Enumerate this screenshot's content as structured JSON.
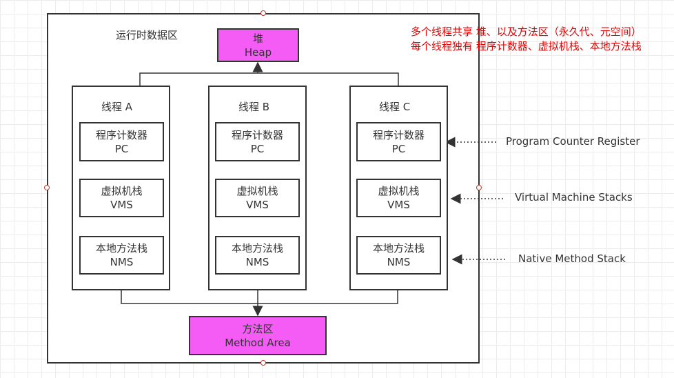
{
  "runtime_area": {
    "label": "运行时数据区"
  },
  "heap": {
    "line1": "堆",
    "line2": "Heap"
  },
  "method_area": {
    "line1": "方法区",
    "line2": "Method Area"
  },
  "threads": [
    {
      "label": "线程 A",
      "pc": {
        "line1": "程序计数器",
        "line2": "PC"
      },
      "vms": {
        "line1": "虚拟机栈",
        "line2": "VMS"
      },
      "nms": {
        "line1": "本地方法栈",
        "line2": "NMS"
      }
    },
    {
      "label": "线程 B",
      "pc": {
        "line1": "程序计数器",
        "line2": "PC"
      },
      "vms": {
        "line1": "虚拟机栈",
        "line2": "VMS"
      },
      "nms": {
        "line1": "本地方法栈",
        "line2": "NMS"
      }
    },
    {
      "label": "线程 C",
      "pc": {
        "line1": "程序计数器",
        "line2": "PC"
      },
      "vms": {
        "line1": "虚拟机栈",
        "line2": "VMS"
      },
      "nms": {
        "line1": "本地方法栈",
        "line2": "NMS"
      }
    }
  ],
  "annotations": {
    "pc": "Program Counter Register",
    "vms": "Virtual Machine Stacks",
    "nms": "Native Method Stack"
  },
  "notes": {
    "shared": "多个线程共享 堆、以及方法区（永久代、元空间）",
    "private": "每个线程独有 程序计数器、虚拟机栈、本地方法栈"
  },
  "colors": {
    "accent": "#f55cf5",
    "note": "#e60000",
    "line": "#333333"
  }
}
